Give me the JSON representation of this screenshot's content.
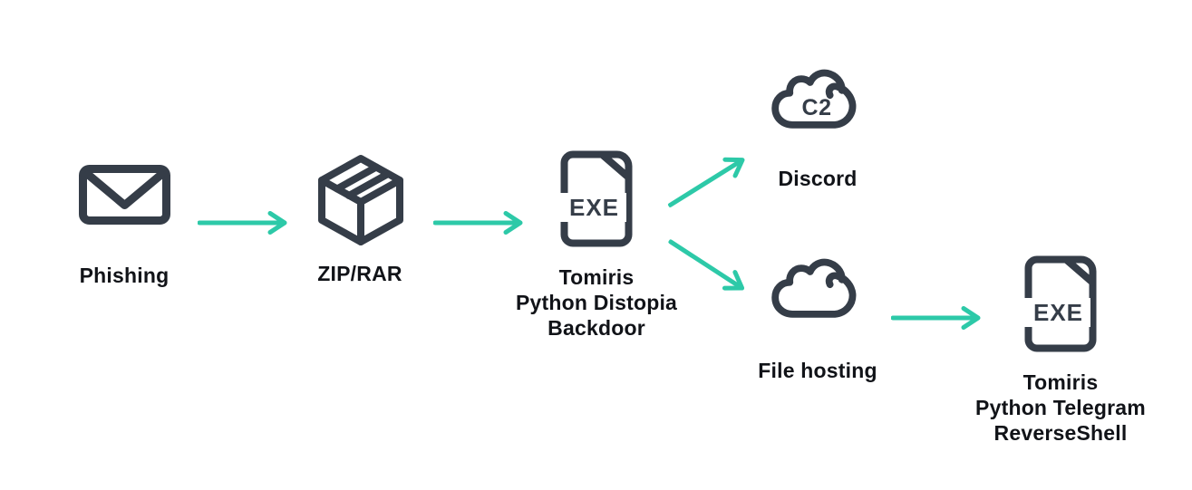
{
  "palette": {
    "background": "#ffffff",
    "icon_stroke": "#353d48",
    "label_text": "#111318",
    "arrow_accent": "#2dc9a8"
  },
  "nodes": [
    {
      "id": "phishing",
      "icon": "envelope-icon",
      "label_lines": [
        "Phishing"
      ]
    },
    {
      "id": "zip-rar",
      "icon": "package-box-icon",
      "label_lines": [
        "ZIP/RAR"
      ]
    },
    {
      "id": "tomiris-backdoor",
      "icon": "exe-file-icon",
      "file_badge": "EXE",
      "label_lines": [
        "Tomiris",
        "Python Distopia",
        "Backdoor"
      ]
    },
    {
      "id": "discord-c2",
      "icon": "cloud-icon",
      "cloud_badge": "C2",
      "label_lines": [
        "Discord"
      ]
    },
    {
      "id": "file-hosting",
      "icon": "cloud-icon",
      "label_lines": [
        "File hosting"
      ]
    },
    {
      "id": "tomiris-reverseshell",
      "icon": "exe-file-icon",
      "file_badge": "EXE",
      "label_lines": [
        "Tomiris",
        "Python Telegram",
        "ReverseShell"
      ]
    }
  ],
  "edges": [
    {
      "from": "phishing",
      "to": "zip-rar"
    },
    {
      "from": "zip-rar",
      "to": "tomiris-backdoor"
    },
    {
      "from": "tomiris-backdoor",
      "to": "discord-c2"
    },
    {
      "from": "tomiris-backdoor",
      "to": "file-hosting"
    },
    {
      "from": "file-hosting",
      "to": "tomiris-reverseshell"
    }
  ]
}
